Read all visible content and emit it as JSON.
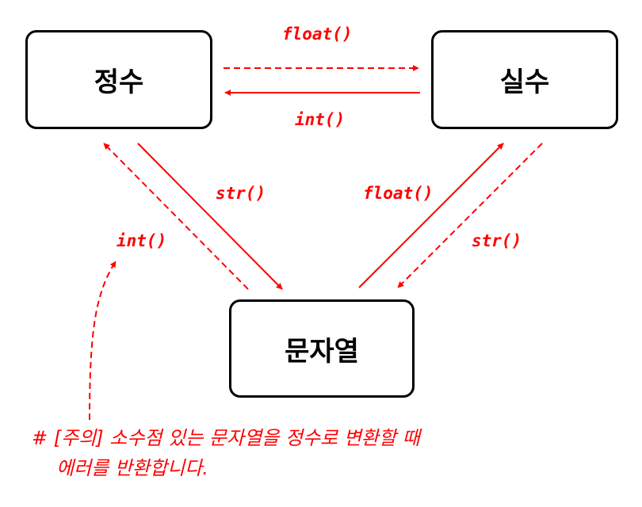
{
  "nodes": {
    "int": "정수",
    "float": "실수",
    "string": "문자열"
  },
  "labels": {
    "int_to_float": "float()",
    "float_to_int": "int()",
    "int_to_string": "str()",
    "string_to_float": "float()",
    "string_to_int": "int()",
    "float_to_string": "str()"
  },
  "note": {
    "line1": "# [주의] 소수점 있는 문자열을 정수로 변환할 때",
    "line2": "에러를 반환합니다."
  },
  "colors": {
    "arrow": "#ff0000",
    "box_border": "#000000"
  }
}
